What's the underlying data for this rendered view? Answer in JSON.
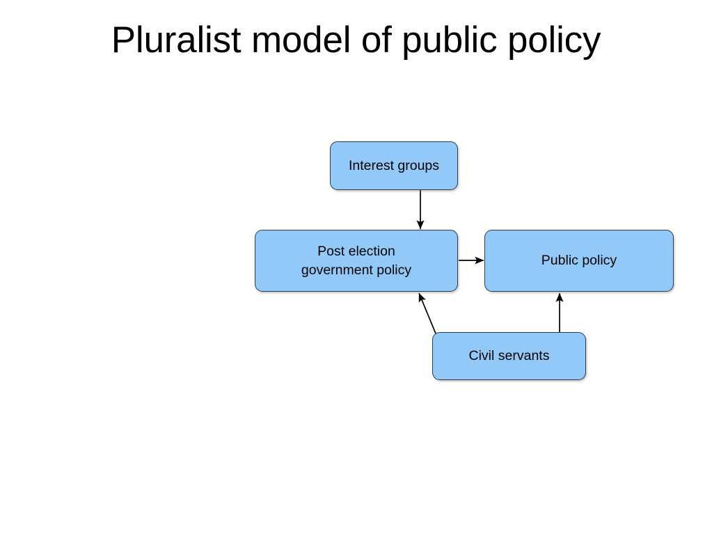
{
  "slide": {
    "title": "Pluralist model of public policy",
    "background_color": "#ffffff"
  },
  "theme": {
    "node_fill": "#93c9f9",
    "node_border": "#2f3a4f",
    "connector_color": "#000000",
    "text_color": "#000000"
  },
  "diagram": {
    "type": "flowchart",
    "nodes": [
      {
        "id": "interest-groups",
        "label": "Interest groups"
      },
      {
        "id": "post-election",
        "label": "Post election\ngovernment policy"
      },
      {
        "id": "public-policy",
        "label": "Public policy"
      },
      {
        "id": "civil-servants",
        "label": "Civil servants"
      }
    ],
    "edges": [
      {
        "from": "interest-groups",
        "to": "post-election",
        "style": "arrow",
        "direction": "down"
      },
      {
        "from": "post-election",
        "to": "public-policy",
        "style": "arrow",
        "direction": "right"
      },
      {
        "from": "civil-servants",
        "to": "post-election",
        "style": "arrow",
        "direction": "up-left"
      },
      {
        "from": "civil-servants",
        "to": "public-policy",
        "style": "arrow",
        "direction": "up"
      }
    ]
  }
}
